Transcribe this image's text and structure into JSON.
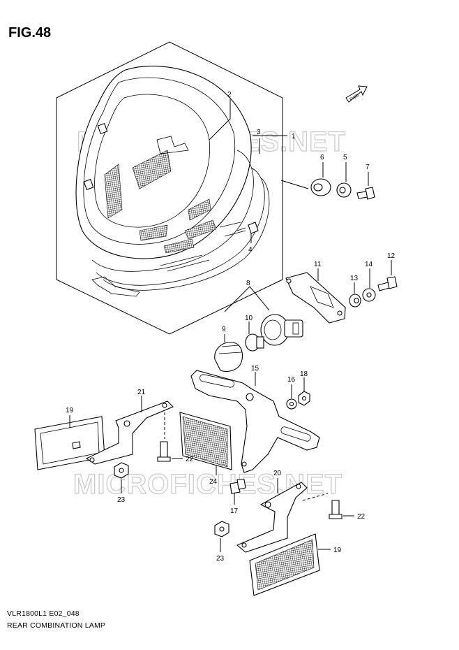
{
  "figure": {
    "title": "FIG.48",
    "model_code": "VLR1800L1 E02_048",
    "caption": "REAR COMBINATION LAMP",
    "watermark": "MICROFICHES.NET",
    "fwd_label": "FWD"
  },
  "callouts": [
    "1",
    "2",
    "3",
    "4",
    "5",
    "6",
    "7",
    "8",
    "9",
    "10",
    "11",
    "12",
    "13",
    "14",
    "15",
    "16",
    "17",
    "18",
    "19",
    "19",
    "20",
    "21",
    "22",
    "22",
    "23",
    "23",
    "24"
  ],
  "colors": {
    "line": "#000000",
    "watermark": "#c8c8c8",
    "background": "#ffffff"
  }
}
